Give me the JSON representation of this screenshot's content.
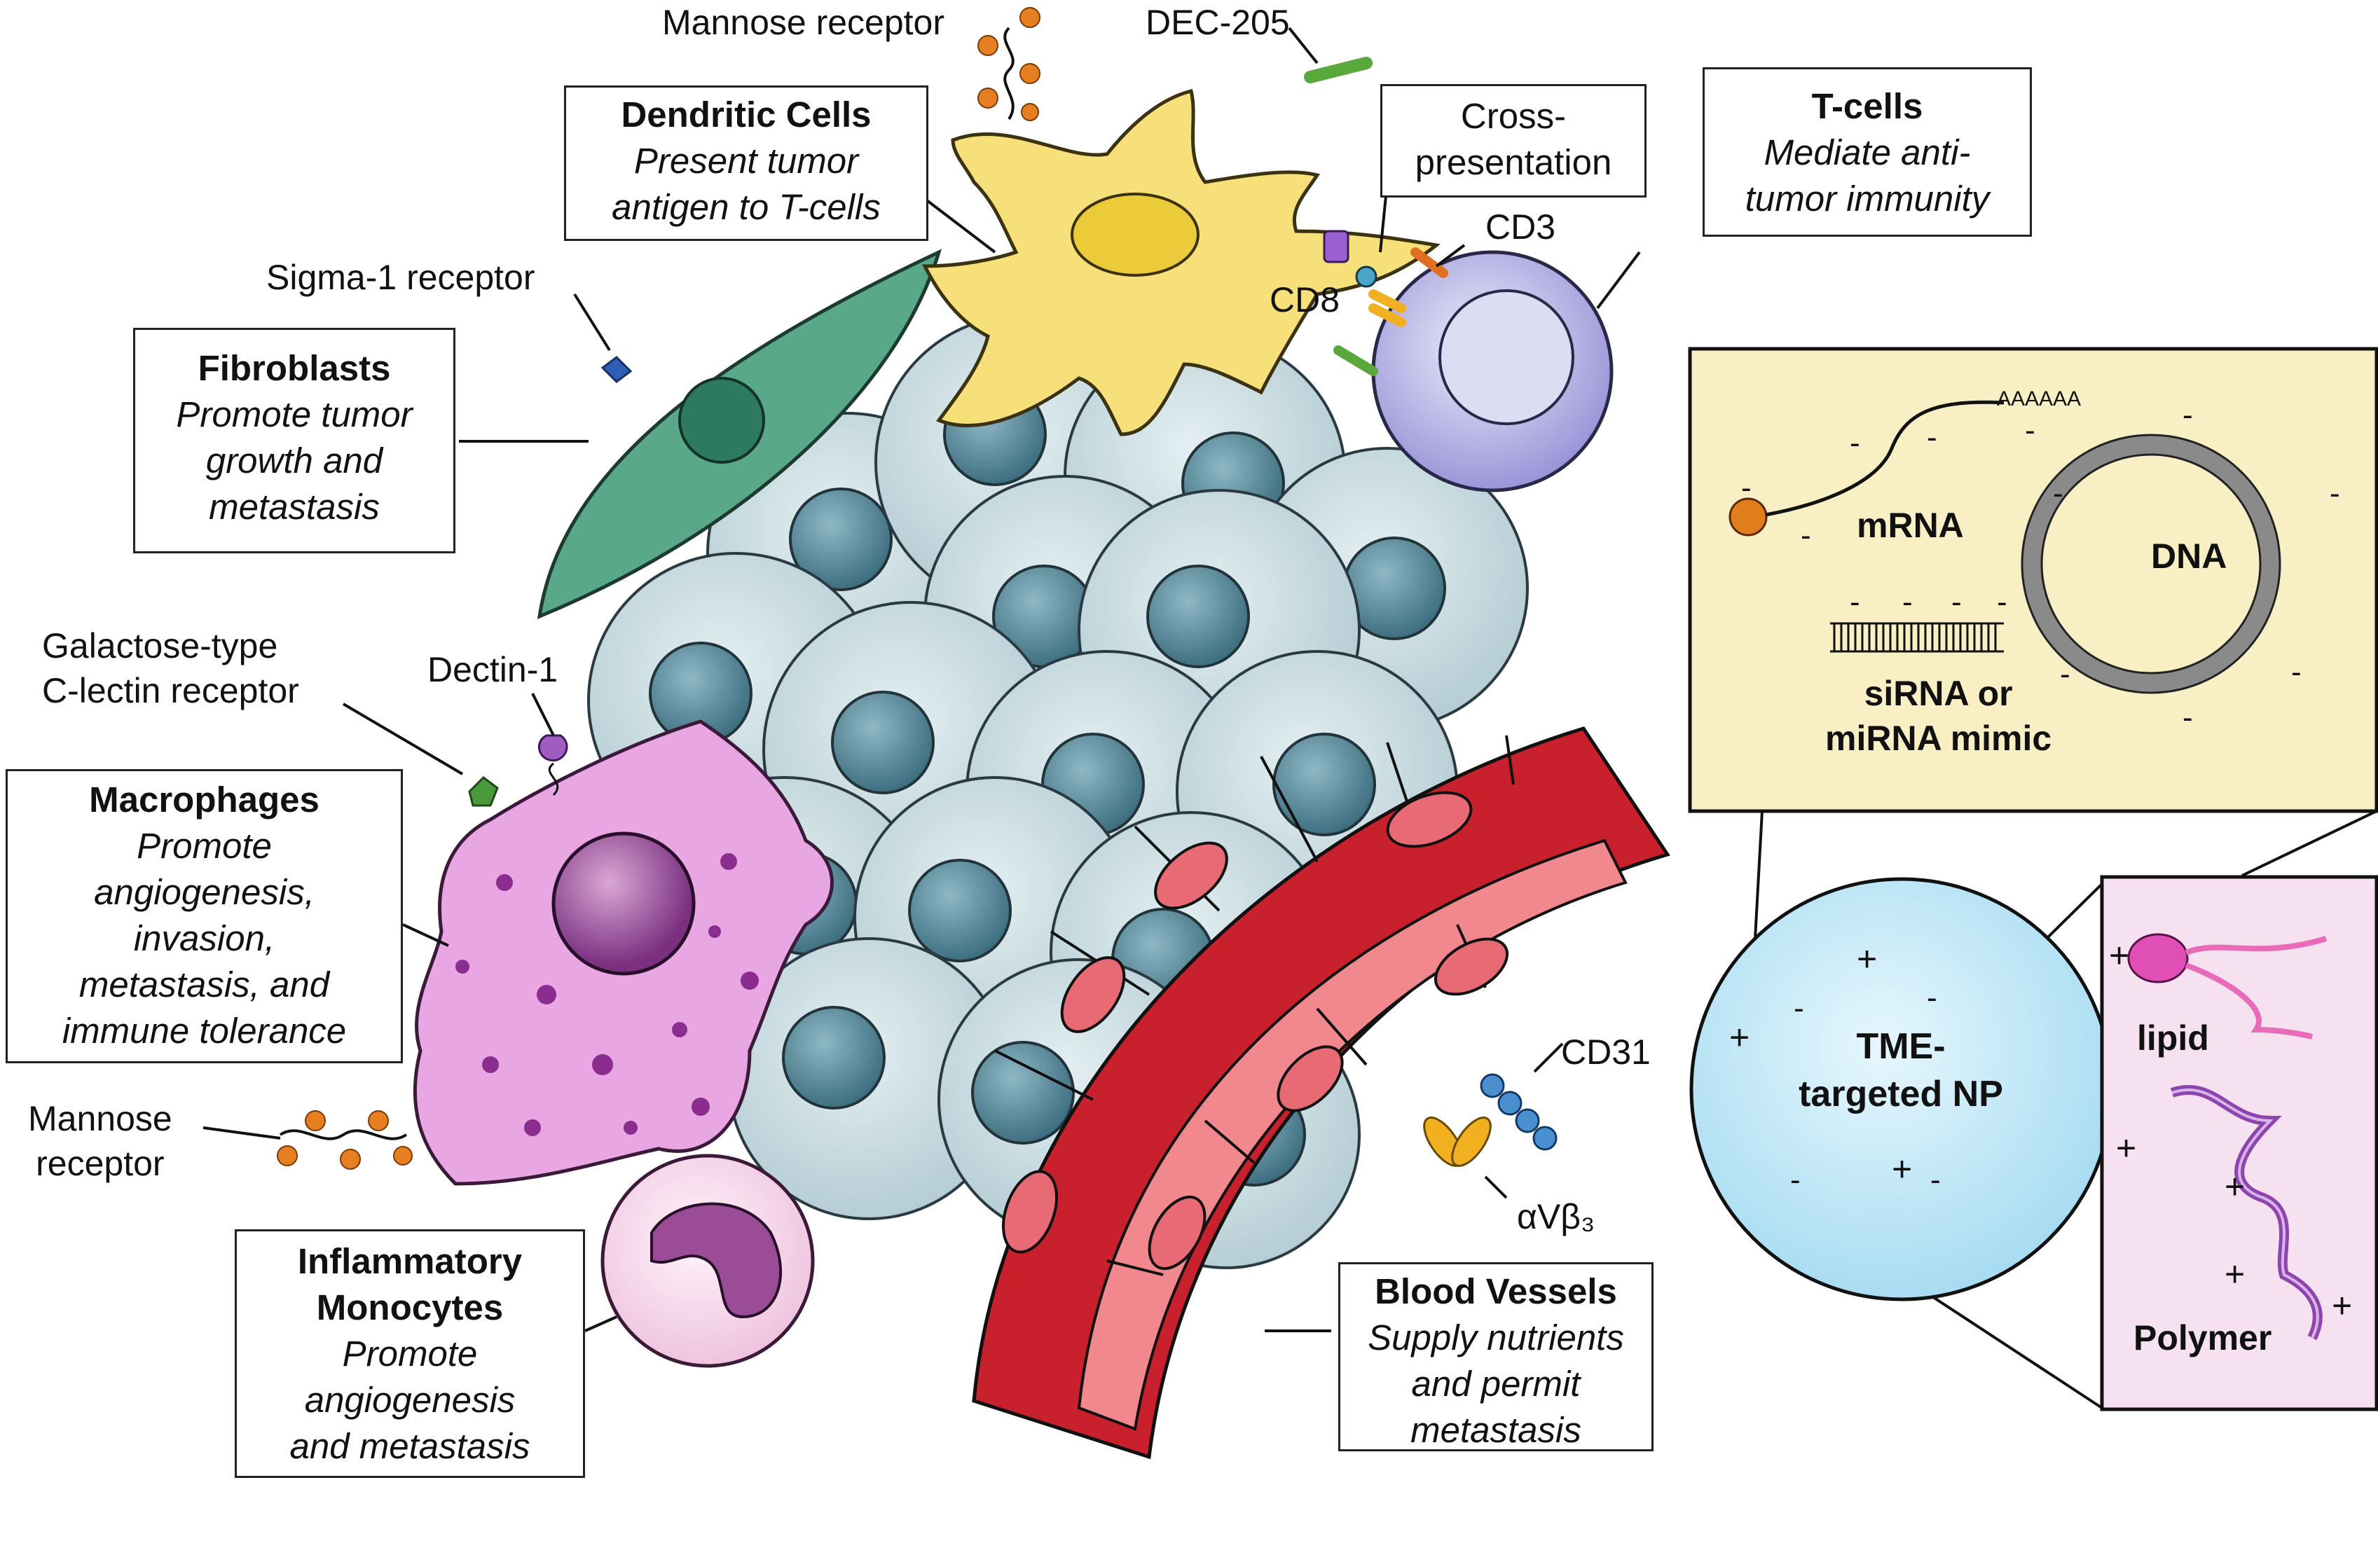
{
  "boxes": {
    "dendritic": {
      "title": "Dendritic Cells",
      "desc": "Present tumor\nantigen to T-cells"
    },
    "tcells": {
      "title": "T-cells",
      "desc": "Mediate anti-\ntumor immunity"
    },
    "fibroblasts": {
      "title": "Fibroblasts",
      "desc": "Promote tumor\ngrowth and\nmetastasis"
    },
    "macrophages": {
      "title": "Macrophages",
      "desc": "Promote\nangiogenesis,\ninvasion,\nmetastasis, and\nimmune tolerance"
    },
    "monocytes": {
      "title": "Inflammatory\nMonocytes",
      "desc": "Promote\nangiogenesis\nand metastasis"
    },
    "vessels": {
      "title": "Blood Vessels",
      "desc": "Supply nutrients\nand permit\nmetastasis"
    },
    "cross": {
      "text": "Cross-\npresentation"
    }
  },
  "labels": {
    "mannose_top": "Mannose receptor",
    "dec205": "DEC-205",
    "cd3": "CD3",
    "cd8": "CD8",
    "sigma1": "Sigma-1 receptor",
    "galactose": "Galactose-type\nC-lectin receptor",
    "dectin1": "Dectin-1",
    "mannose_bottom": "Mannose\nreceptor",
    "cd31": "CD31",
    "integrin": "αVβ₃"
  },
  "cargo": {
    "polyA": "AAAAAA",
    "mrna": "mRNA",
    "dna": "DNA",
    "sirna": "siRNA or\nmiRNA mimic"
  },
  "np": {
    "label": "TME-\ntargeted NP"
  },
  "materials": {
    "lipid": "lipid",
    "polymer": "Polymer"
  },
  "charges": {
    "minus": "-",
    "plus": "+"
  },
  "colors": {
    "tumor_cell": "#c9dde3",
    "tumor_nucleus": "#4f8395",
    "dendritic": "#f7e07a",
    "fibroblast": "#5aa88a",
    "tcell": "#a9a4e0",
    "macrophage": "#e8a7e3",
    "monocyte": "#f3cfe8",
    "vessel": "#c8202c",
    "vessel_inner": "#f0888d",
    "np": "#bde7f7",
    "cargo_panel": "#f8efc4",
    "material_panel": "#f5e1f0"
  }
}
